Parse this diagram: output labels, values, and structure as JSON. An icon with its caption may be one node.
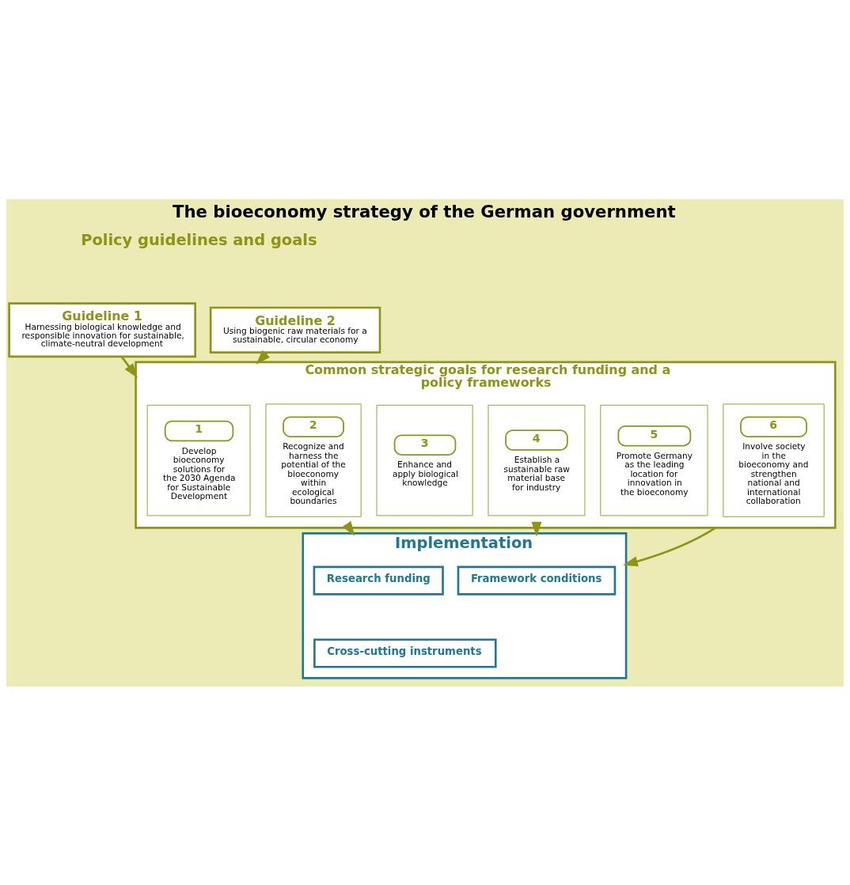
{
  "diagram": {
    "title": "The bioeconomy strategy of the German government",
    "nodes": [
      {
        "text": [
          "Guideline 1",
          "Harnessing biological knowledge and responsible innovation for sustainable, climate-neutral development"
        ]
      },
      {
        "text": [
          "Guideline 2",
          "Using biogenic raw materials for a sustainable, circular economy"
        ]
      },
      {
        "text": [
          "Common strategic goals for research funding and a policy frameworks"
        ]
      },
      {
        "text": [
          "1",
          "Develop bioeconomy solutions for the 2030 Agenda for Sustainable Development"
        ],
        "in": 2
      },
      {
        "text": [
          "2",
          "Recognize and harness the potential of the bioeconomy within ecological boundaries"
        ],
        "in": 2
      },
      {
        "text": [
          "3",
          "Enhance and apply biological knowledge"
        ],
        "in": 2
      },
      {
        "text": [
          "4",
          "Establish a sustainable raw material base for industry"
        ],
        "in": 2
      },
      {
        "text": [
          "5",
          "Promote Germany as the leading location for innovation in the bioeconomy"
        ],
        "in": 2
      },
      {
        "text": [
          "6",
          "Involve society in the bioeconomy and strengthen national and international collaboration"
        ],
        "in": 2
      },
      {
        "text": [
          "Implementation"
        ]
      },
      {
        "text": [
          "Research funding"
        ],
        "in": 9
      },
      {
        "text": [
          "Framework conditions"
        ],
        "in": 9
      },
      {
        "text": [
          "Cross-cutting instruments"
        ],
        "in": 9
      }
    ],
    "edges": [
      {
        "from": 0,
        "to": 2,
        "arrow": "to"
      },
      {
        "from": 1,
        "to": 2,
        "arrow": "to"
      },
      {
        "from": 2,
        "to": 9,
        "arrow": "to"
      },
      {
        "from": 2,
        "to": 9,
        "arrow": "to"
      },
      {
        "from": 2,
        "to": 9,
        "arrow": "to"
      }
    ],
    "labels": [
      "Policy guidelines and goals"
    ]
  }
}
